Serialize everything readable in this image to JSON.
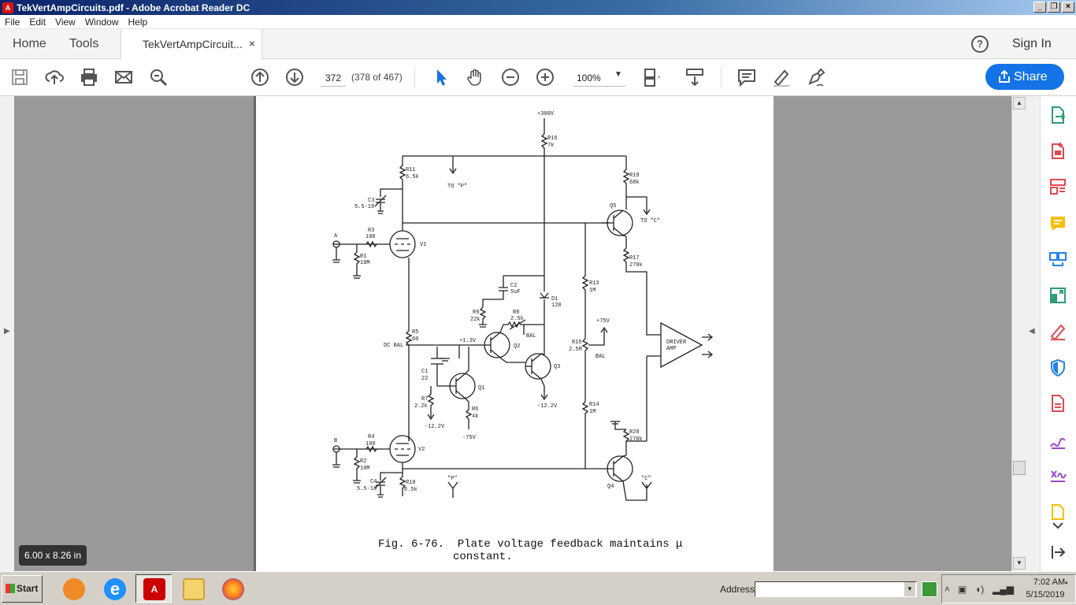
{
  "window": {
    "title": "TekVertAmpCircuits.pdf - Adobe Acrobat Reader DC"
  },
  "menu": [
    "File",
    "Edit",
    "View",
    "Window",
    "Help"
  ],
  "tabs": {
    "home": "Home",
    "tools": "Tools",
    "doc": "TekVertAmpCircuit...",
    "close": "×",
    "signin": "Sign In",
    "help": "?"
  },
  "toolbar": {
    "page_number": "372",
    "page_of": "(378 of 467)",
    "zoom": "100%",
    "share_label": "Share"
  },
  "document": {
    "caption_line1": "Fig. 6-76.  Plate voltage feedback maintains μ",
    "caption_line2": "constant.",
    "page_size": "6.00 x 8.26 in",
    "schematic_labels": {
      "supply_top": "+300V",
      "r16": "R16",
      "r16v": "7k",
      "r11": "R11",
      "r11v": "6.5k",
      "to_p": "TO \"P\"",
      "r19": "R19",
      "r19v": "68k",
      "c3": "C3",
      "c3v": "5.5-18",
      "q5": "Q5",
      "to_c": "TO \"C\"",
      "a": "A",
      "r3": "R3",
      "r3v": "100",
      "v1": "V1",
      "r1": "R1",
      "r1v": "10M",
      "r17": "R17",
      "r17v": "270k",
      "c2": "C2",
      "c2v": "5uF",
      "d1": "D1",
      "d1v": "120",
      "r13": "R13",
      "r13v": "1M",
      "r9": "R9",
      "r9v": "22k",
      "r8": "R8",
      "r8v": "2.5k",
      "bal1": "BAL",
      "r5": "R5",
      "r5v": "60",
      "dcbal": "DC BAL",
      "v13": "+1.3V",
      "q2": "Q2",
      "plus75": "+75V",
      "r15": "R15",
      "r15v": "2.5M",
      "bal2": "BAL",
      "driver1": "DRIVER",
      "driver2": "AMP",
      "c1": "C1",
      "c1v": "22",
      "q1": "Q1",
      "q3": "Q3",
      "r7": "R7",
      "r7v": "2.2k",
      "r6": "R6",
      "r6v": "4k",
      "m122a": "-12.2V",
      "m122b": "-12.2V",
      "m75": "-75V",
      "r14": "R14",
      "r14v": "1M",
      "r20": "R20",
      "r20v": "270k",
      "b": "B",
      "r4": "R4",
      "r4v": "100",
      "v2": "V2",
      "r2": "R2",
      "r2v": "10M",
      "c4": "C4",
      "c4v": "5.5-18",
      "r10": "R10",
      "r10v": "6.5k",
      "p2": "\"P\"",
      "c2q": "\"C\"",
      "q4": "Q4"
    }
  },
  "taskbar": {
    "start": "Start",
    "address_label": "Address",
    "address_value": "",
    "time": "7:02 AM",
    "date": "5/15/2019"
  }
}
